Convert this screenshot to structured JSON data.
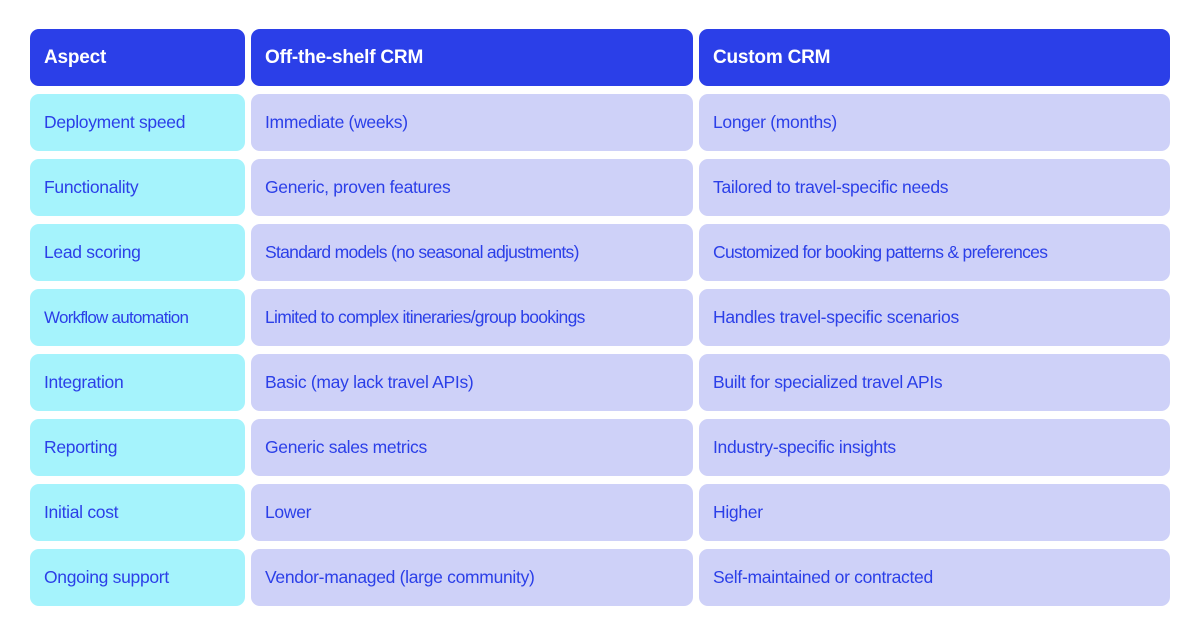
{
  "table": {
    "columns": [
      {
        "key": "aspect",
        "header": "Aspect"
      },
      {
        "key": "offtheshelf",
        "header": "Off-the-shelf CRM"
      },
      {
        "key": "custom",
        "header": "Custom CRM"
      }
    ],
    "rows": [
      {
        "aspect": "Deployment speed",
        "offtheshelf": "Immediate (weeks)",
        "custom": "Longer (months)"
      },
      {
        "aspect": "Functionality",
        "offtheshelf": "Generic, proven features",
        "custom": "Tailored to travel-specific needs"
      },
      {
        "aspect": "Lead scoring",
        "offtheshelf": "Standard models (no seasonal adjustments)",
        "custom": "Customized for booking patterns & preferences"
      },
      {
        "aspect": "Workflow automation",
        "offtheshelf": "Limited to complex itineraries/group bookings",
        "custom": "Handles travel-specific scenarios"
      },
      {
        "aspect": "Integration",
        "offtheshelf": "Basic (may lack travel APIs)",
        "custom": "Built for specialized travel APIs"
      },
      {
        "aspect": "Reporting",
        "offtheshelf": "Generic sales metrics",
        "custom": "Industry-specific insights"
      },
      {
        "aspect": "Initial cost",
        "offtheshelf": "Lower",
        "custom": "Higher"
      },
      {
        "aspect": "Ongoing support",
        "offtheshelf": "Vendor-managed (large community)",
        "custom": "Self-maintained or contracted"
      }
    ]
  },
  "colors": {
    "header_background": "#2B3FE8",
    "header_text": "#FFFFFF",
    "aspect_cell_background": "#A5F3FC",
    "value_cell_background": "#CED1F8",
    "body_text": "#2B3FE8",
    "page_background": "#FFFFFF"
  }
}
